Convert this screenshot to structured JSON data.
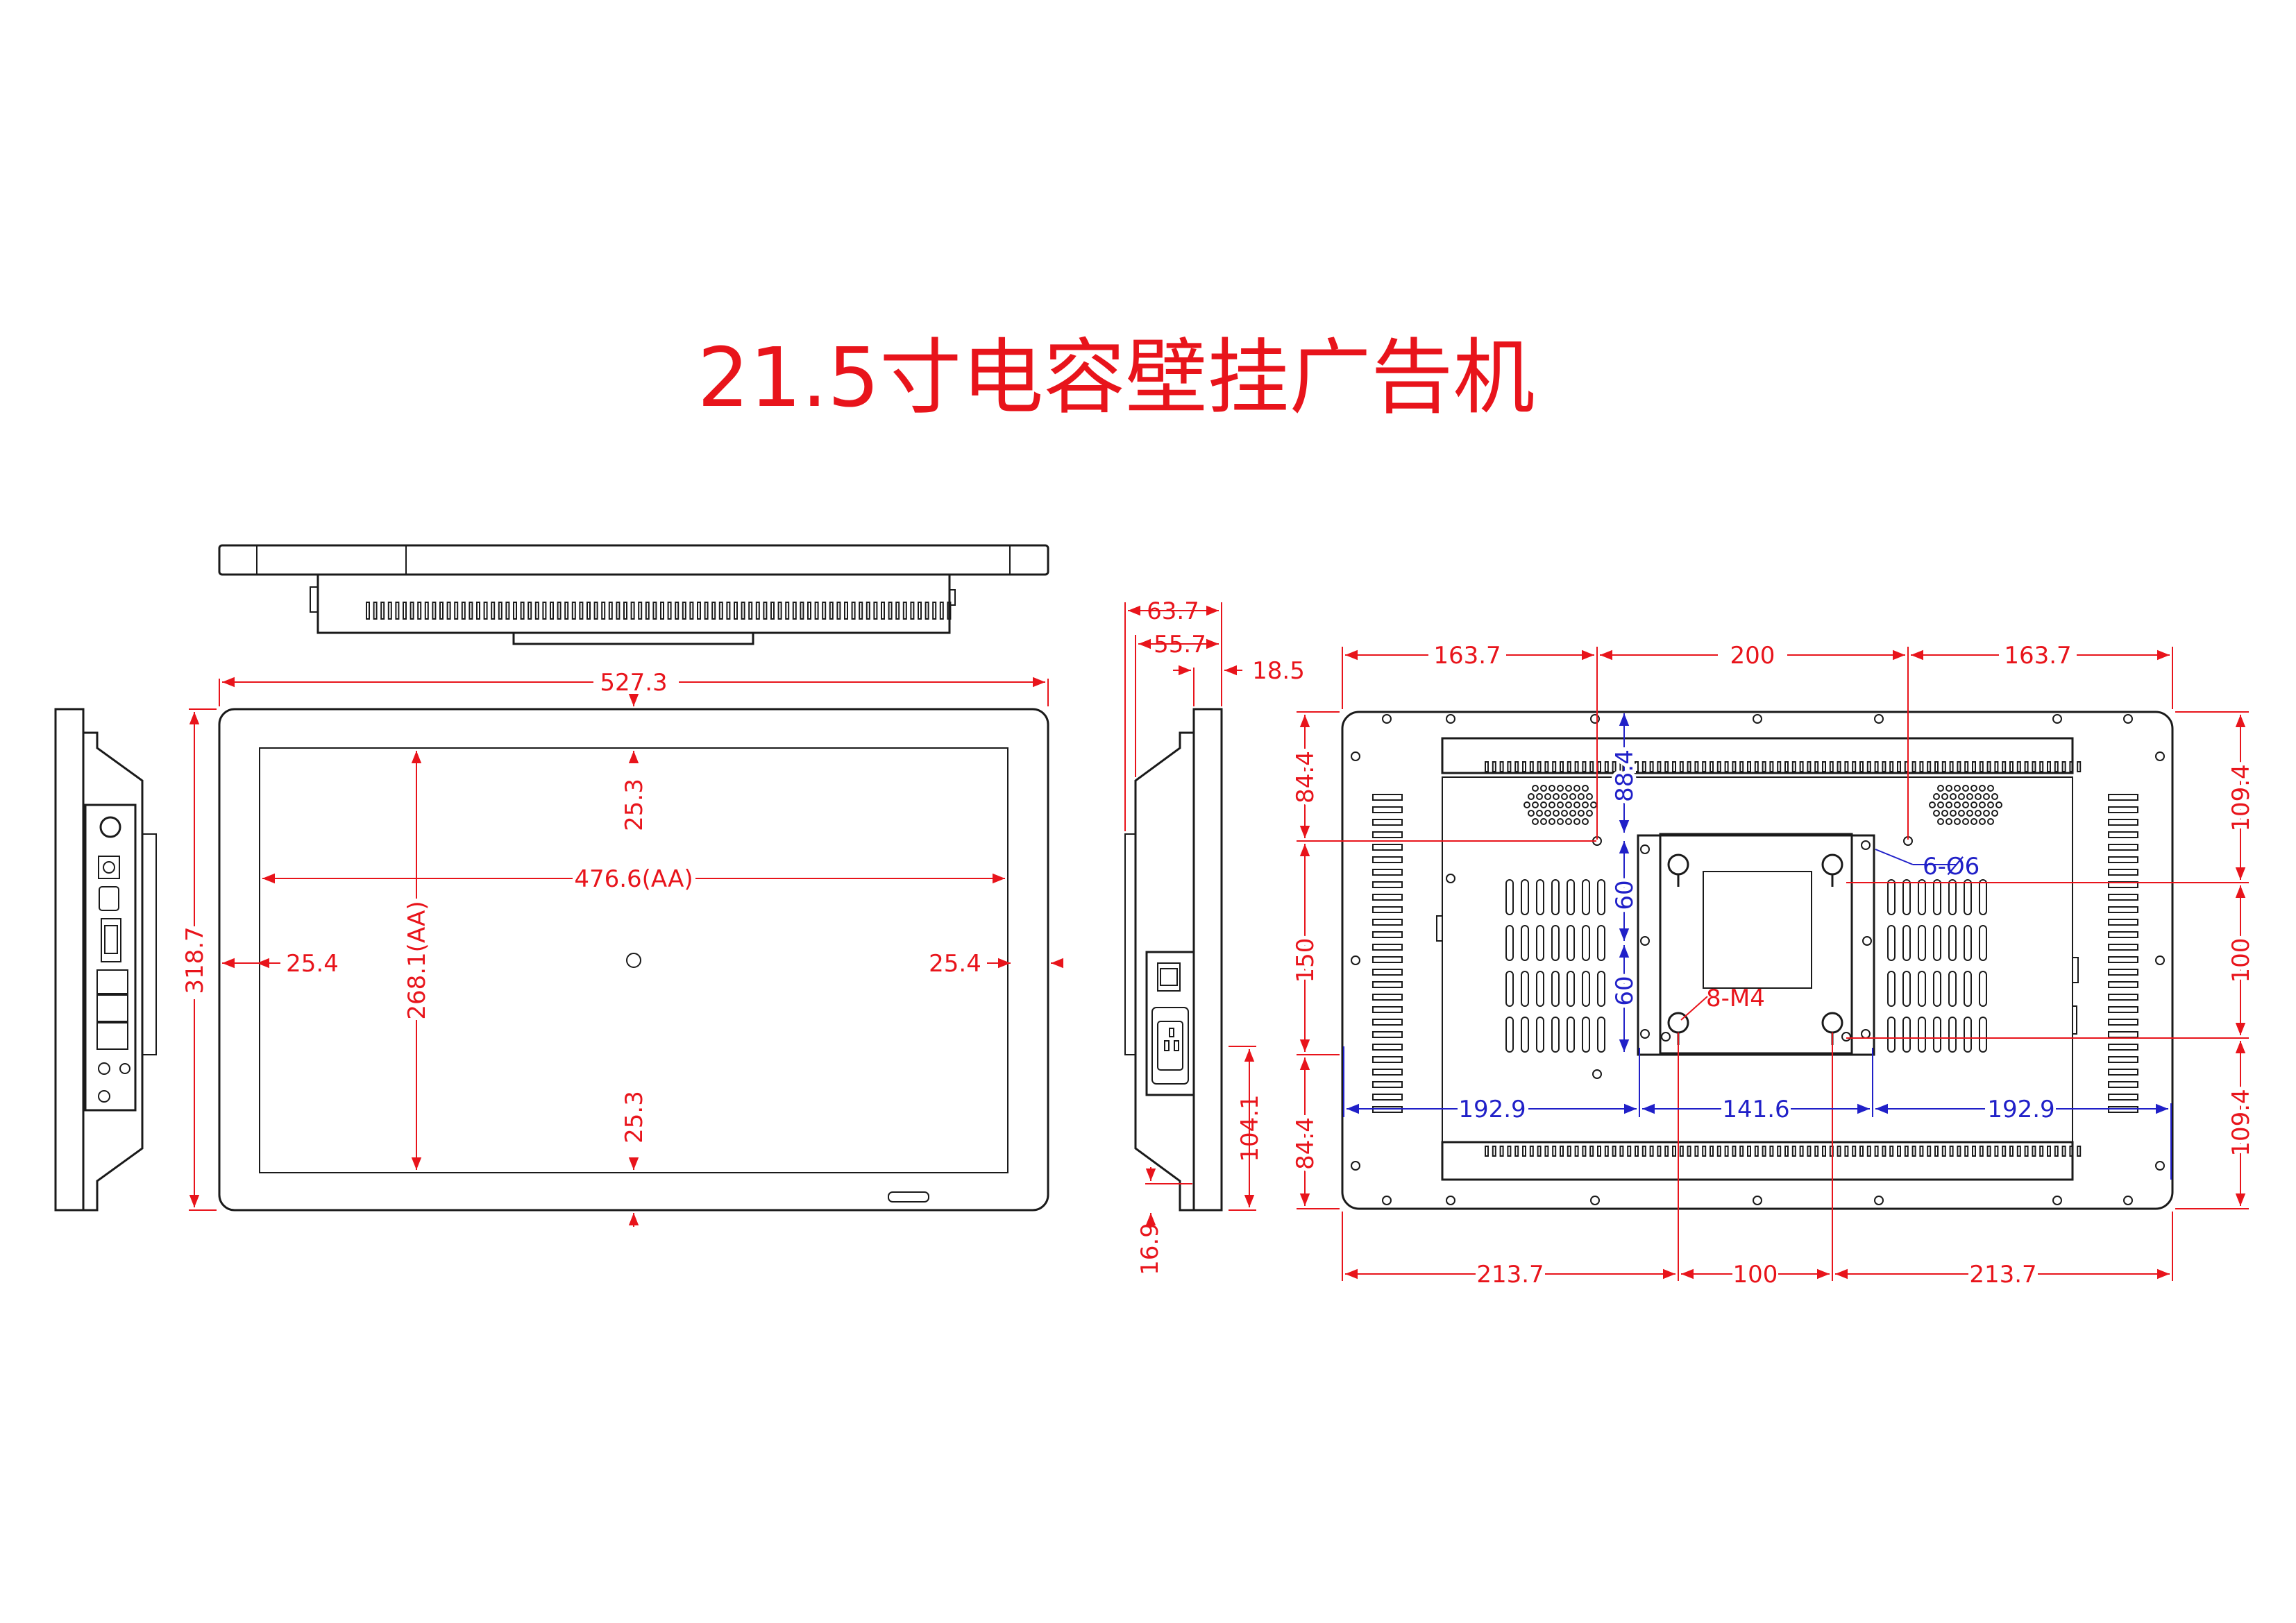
{
  "title": "21.5寸电容壁挂广告机",
  "front_view": {
    "width": "527.3",
    "height": "318.7",
    "active_width": "476.6(AA)",
    "active_height": "268.1(AA)",
    "border_left": "25.4",
    "border_right": "25.4",
    "border_top": "25.3",
    "border_bottom": "25.3"
  },
  "side_view": {
    "depth_total": "63.7",
    "depth_body": "55.7",
    "depth_bezel": "18.5",
    "bottom_offset": "16.9",
    "power_height": "104.1"
  },
  "rear_view": {
    "top_left": "163.7",
    "top_mid": "200",
    "top_right": "163.7",
    "left_upper": "84.4",
    "left_mid": "150",
    "left_lower": "84.4",
    "right_upper": "109.4",
    "right_mid": "100",
    "right_lower": "109.4",
    "blue_left": "192.9",
    "blue_mid": "141.6",
    "blue_right": "192.9",
    "bottom_left": "213.7",
    "bottom_mid": "100",
    "bottom_right": "213.7",
    "inner_v1": "88.4",
    "inner_v2": "60",
    "inner_v3": "60",
    "holes_large": "6-Ø6",
    "holes_small": "8-M4"
  }
}
